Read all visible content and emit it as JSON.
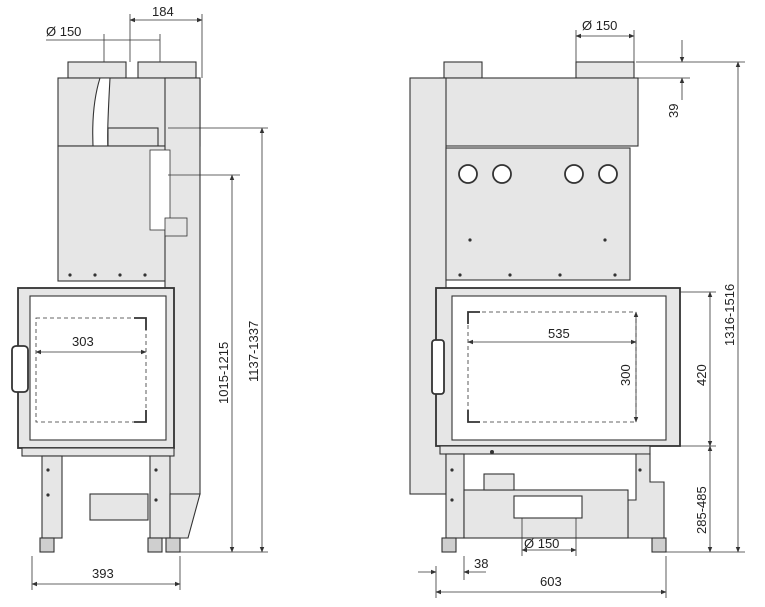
{
  "side_view": {
    "flue_diameter": "Ø 150",
    "top_offset": "184",
    "inner_width": "303",
    "height_a": "1015-1215",
    "height_b": "1137-1337",
    "total_depth": "393"
  },
  "front_view": {
    "flue_diameter_top": "Ø 150",
    "top_step": "39",
    "inner_width": "535",
    "inner_height": "300",
    "glass_height": "420",
    "total_height": "1316-1516",
    "base_height": "285-485",
    "flue_diameter_bottom": "Ø 150",
    "leg_offset": "38",
    "total_width": "603"
  }
}
